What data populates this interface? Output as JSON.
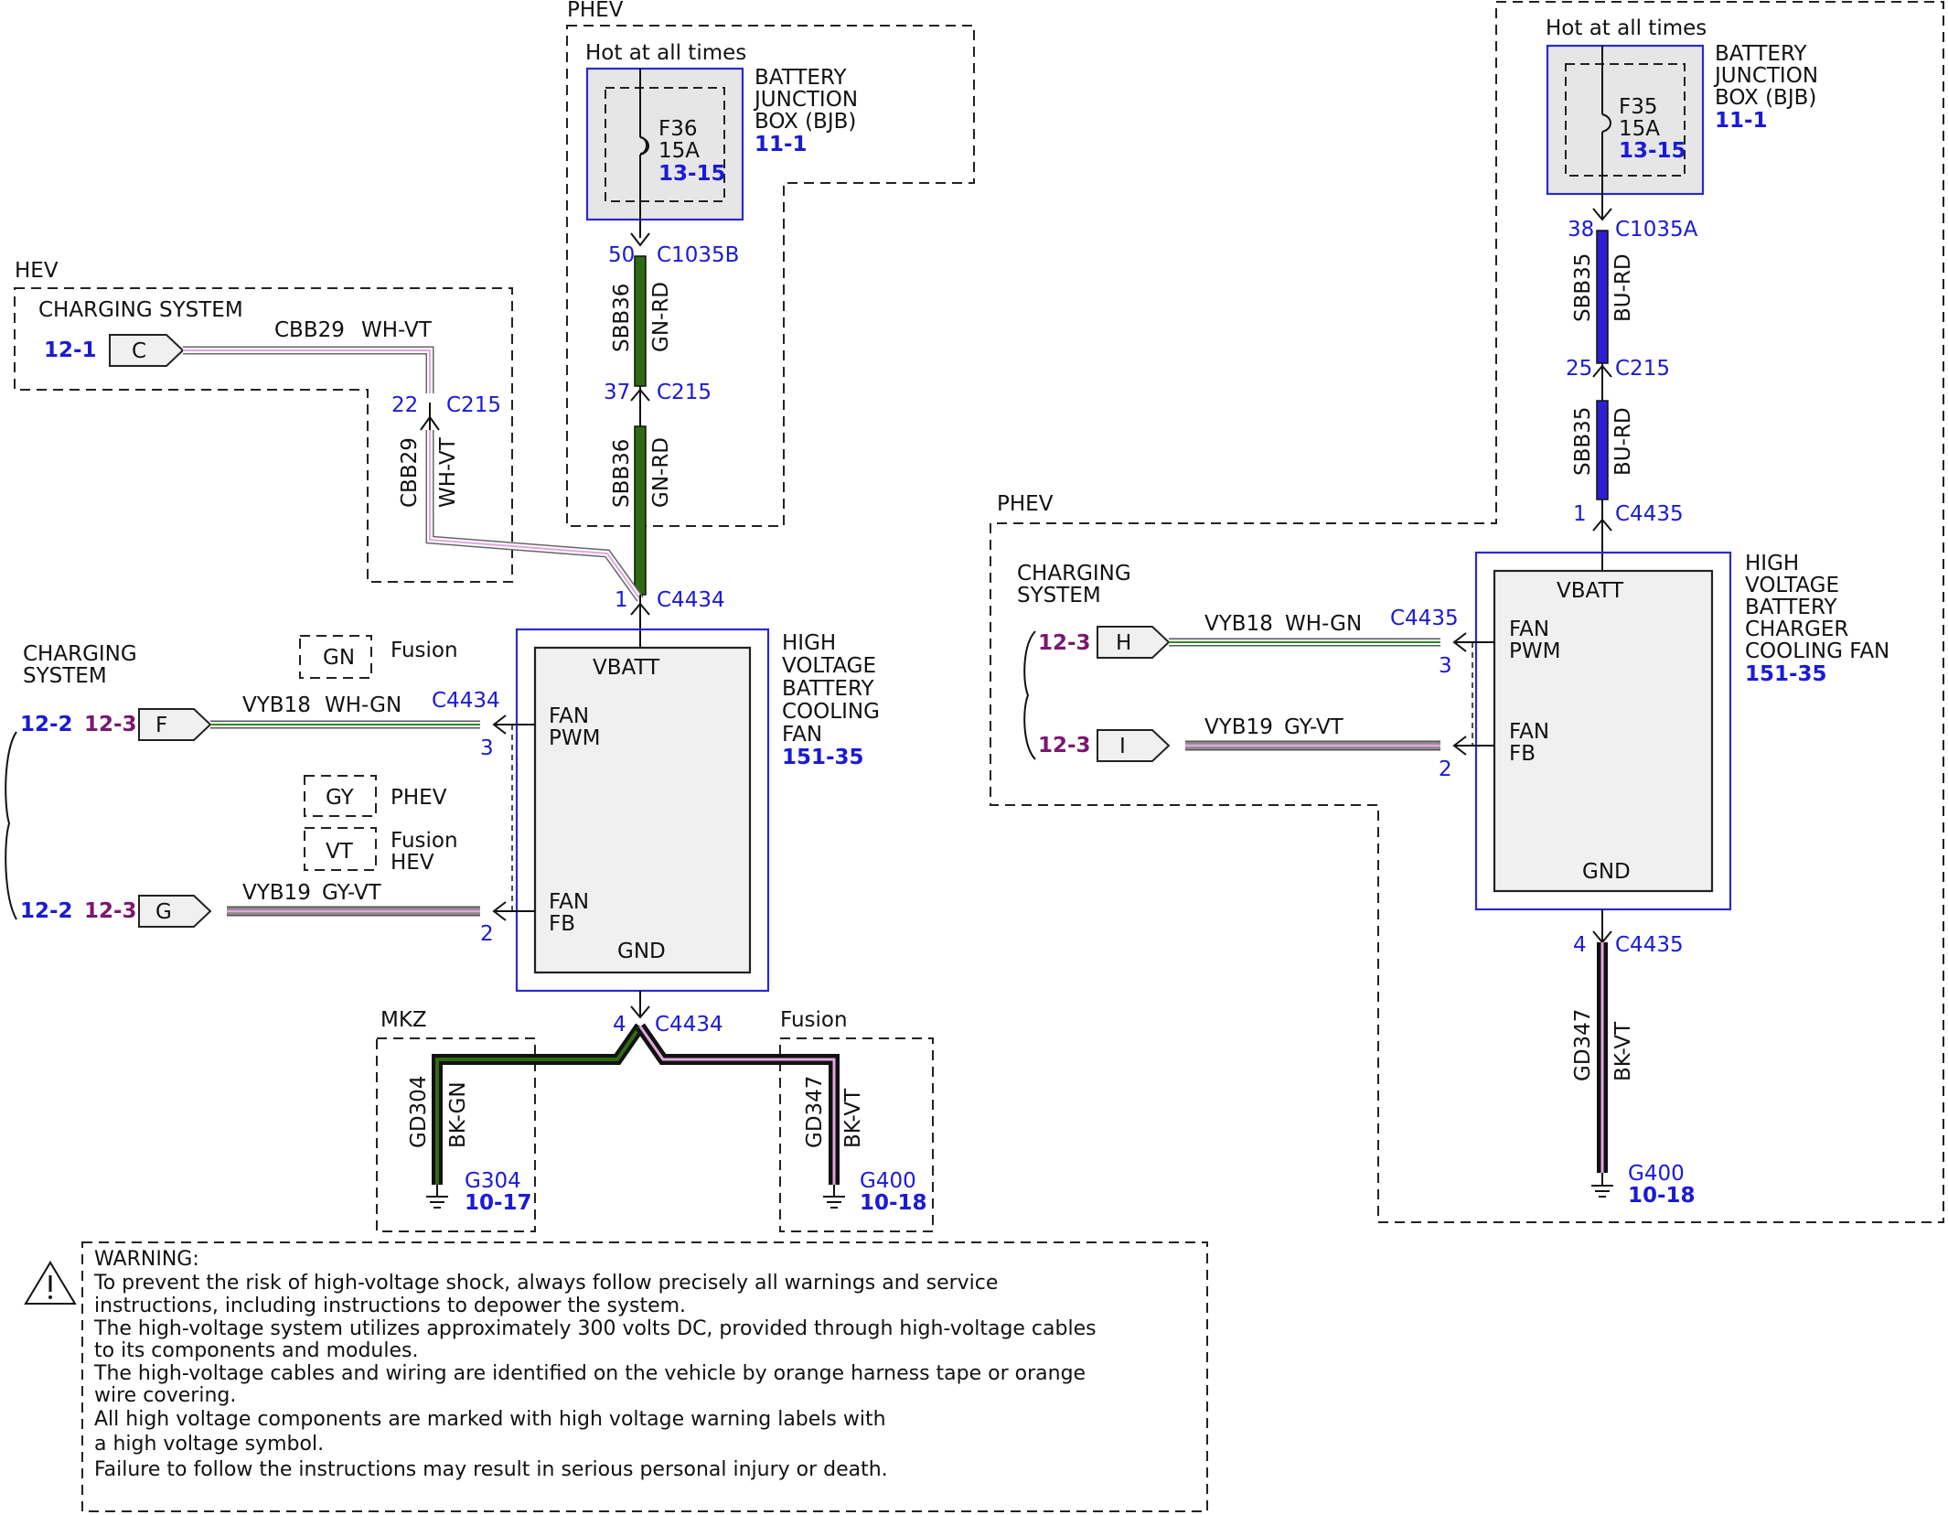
{
  "left": {
    "phev_label": "PHEV",
    "hot_label": "Hot at all times",
    "bjb": {
      "line1": "BATTERY",
      "line2": "JUNCTION",
      "line3": "BOX (BJB)",
      "ref": "11-1"
    },
    "fuse": {
      "id": "F36",
      "rating": "15A",
      "ref": "13-15"
    },
    "c1035b": {
      "pin": "50",
      "name": "C1035B"
    },
    "wire_top": {
      "circuit": "SBB36",
      "color": "GN-RD"
    },
    "c215a": {
      "pin": "37",
      "name": "C215"
    },
    "wire_mid": {
      "circuit": "SBB36",
      "color": "GN-RD"
    },
    "hev_label": "HEV",
    "charging_system": "CHARGING SYSTEM",
    "charging_ref": "12-1",
    "connector_c": "C",
    "cbb29_circuit": "CBB29",
    "cbb29_color": "WH-VT",
    "c215b": {
      "pin": "22",
      "name": "C215"
    },
    "c4434_top": {
      "pin": "1",
      "name": "C4434"
    },
    "fan": {
      "line1": "HIGH",
      "line2": "VOLTAGE",
      "line3": "BATTERY",
      "line4": "COOLING",
      "line5": "FAN",
      "ref": "151-35",
      "vbatt": "VBATT",
      "fan_pwm_1": "FAN",
      "fan_pwm_2": "PWM",
      "fan_fb_1": "FAN",
      "fan_fb_2": "FB",
      "gnd": "GND"
    },
    "charging_system_2_line1": "CHARGING",
    "charging_system_2_line2": "SYSTEM",
    "opt_gn": "GN",
    "opt_gn_label": "Fusion",
    "opt_gy": "GY",
    "opt_gy_label": "PHEV",
    "opt_vt": "VT",
    "opt_vt_label1": "Fusion",
    "opt_vt_label2": "HEV",
    "ref_12_2_a": "12-2",
    "ref_12_3_a": "12-3",
    "connector_f": "F",
    "vyb18_circuit": "VYB18",
    "vyb18_color": "WH-GN",
    "c4434_pwm": {
      "pin": "3",
      "name": "C4434"
    },
    "ref_12_2_b": "12-2",
    "ref_12_3_b": "12-3",
    "connector_g": "G",
    "vyb19_circuit": "VYB19",
    "vyb19_color": "GY-VT",
    "c4434_fb_pin": "2",
    "c4434_gnd": {
      "pin": "4",
      "name": "C4434"
    },
    "mkz_label": "MKZ",
    "fusion_label": "Fusion",
    "gd304": {
      "circuit": "GD304",
      "color": "BK-GN",
      "ground": "G304",
      "ref": "10-17"
    },
    "gd347": {
      "circuit": "GD347",
      "color": "BK-VT",
      "ground": "G400",
      "ref": "10-18"
    }
  },
  "right": {
    "hot_label": "Hot at all times",
    "bjb": {
      "line1": "BATTERY",
      "line2": "JUNCTION",
      "line3": "BOX (BJB)",
      "ref": "11-1"
    },
    "fuse": {
      "id": "F35",
      "rating": "15A",
      "ref": "13-15"
    },
    "c1035a": {
      "pin": "38",
      "name": "C1035A"
    },
    "wire_top": {
      "circuit": "SBB35",
      "color": "BU-RD"
    },
    "c215": {
      "pin": "25",
      "name": "C215"
    },
    "wire_mid": {
      "circuit": "SBB35",
      "color": "BU-RD"
    },
    "c4435_top": {
      "pin": "1",
      "name": "C4435"
    },
    "phev_label": "PHEV",
    "charging_line1": "CHARGING",
    "charging_line2": "SYSTEM",
    "fan": {
      "line1": "HIGH",
      "line2": "VOLTAGE",
      "line3": "BATTERY",
      "line4": "CHARGER",
      "line5": "COOLING FAN",
      "ref": "151-35",
      "vbatt": "VBATT",
      "fan_pwm_1": "FAN",
      "fan_pwm_2": "PWM",
      "fan_fb_1": "FAN",
      "fan_fb_2": "FB",
      "gnd": "GND"
    },
    "ref_h": "12-3",
    "connector_h": "H",
    "vyb18_circuit": "VYB18",
    "vyb18_color": "WH-GN",
    "c4435_pwm": {
      "pin": "3",
      "name": "C4435"
    },
    "ref_i": "12-3",
    "connector_i": "I",
    "vyb19_circuit": "VYB19",
    "vyb19_color": "GY-VT",
    "c4435_fb_pin": "2",
    "c4435_gnd": {
      "pin": "4",
      "name": "C4435"
    },
    "gd347": {
      "circuit": "GD347",
      "color": "BK-VT",
      "ground": "G400",
      "ref": "10-18"
    }
  },
  "warning": {
    "title": "WARNING:",
    "lines": [
      "To prevent the risk of high-voltage shock, always follow precisely all warnings and service",
      "instructions, including instructions to depower the system.",
      "The high-voltage system utilizes approximately 300 volts DC, provided through high-voltage cables",
      "to its components and modules.",
      "The high-voltage cables and wiring are identified on the vehicle by orange harness tape or orange",
      "wire covering.",
      "All high voltage components are marked with high voltage warning labels with",
      "a high voltage symbol.",
      "Failure to follow the instructions may result in serious personal injury or death."
    ]
  },
  "colors": {
    "green_wire": "#2e6b12",
    "blue_wire": "#2c1fd0",
    "pink_wire": "#e3a6e0",
    "gray_wire": "#8a8a8a",
    "ref_blue": "#1a1ad6",
    "ref_purple": "#7a1870"
  }
}
